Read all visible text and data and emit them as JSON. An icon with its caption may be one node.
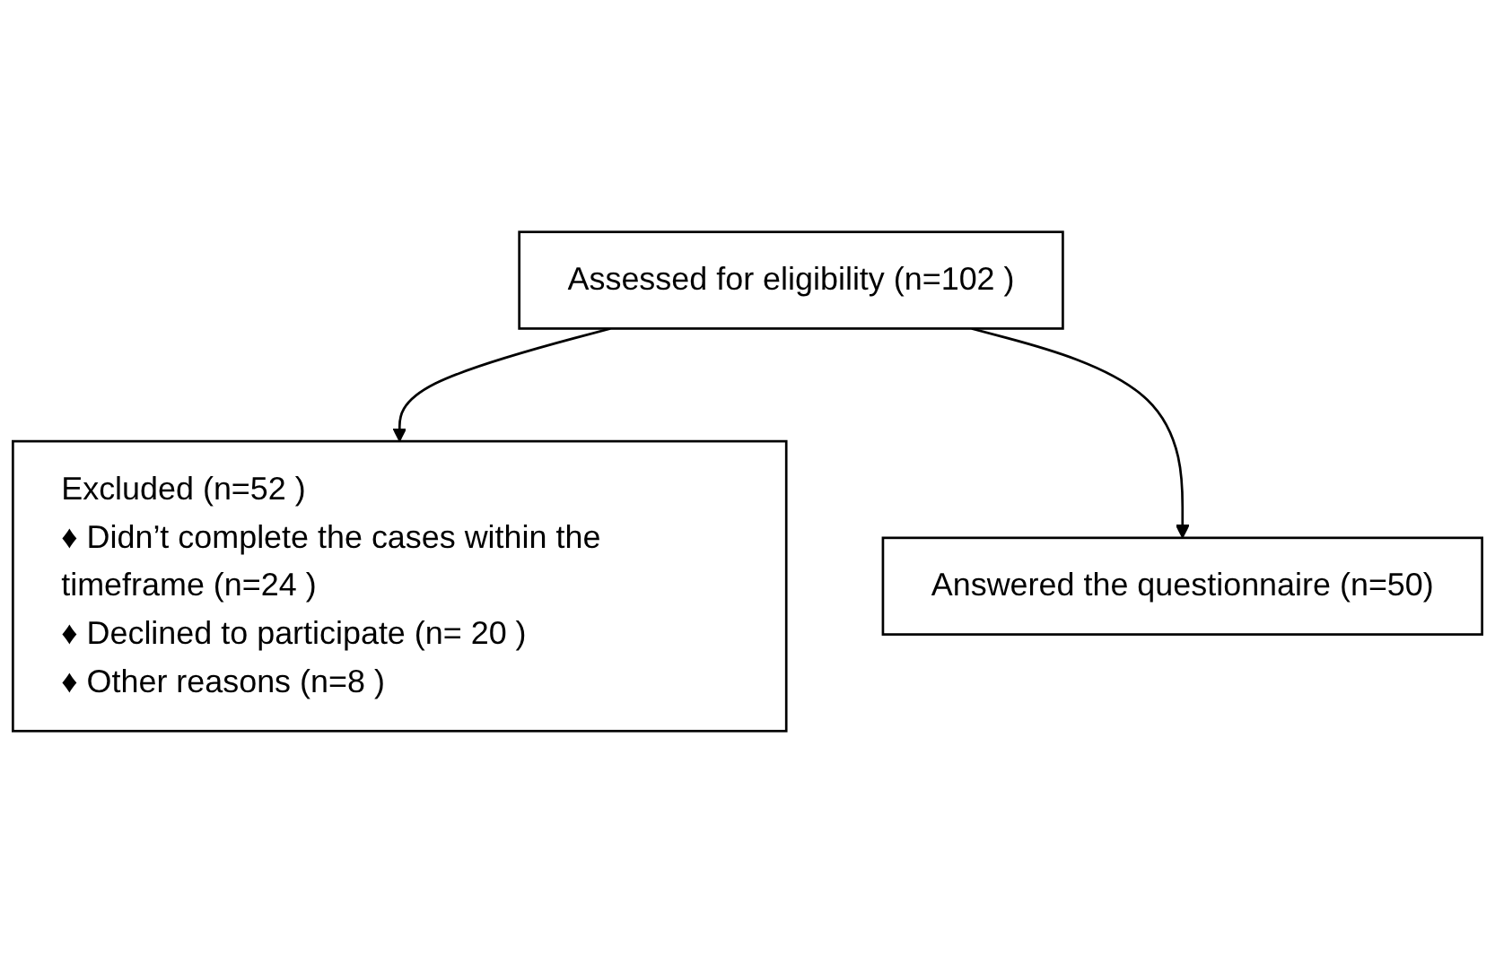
{
  "diagram": {
    "nodes": [
      {
        "text": [
          "Assessed for eligibility (n=102 )"
        ]
      },
      {
        "text": [
          "Excluded (n=52 )",
          "♦ Didn’t complete the cases within the timeframe (n=24 )",
          "♦ Declined to participate (n= 20 )",
          "♦ Other reasons (n=8 )"
        ]
      },
      {
        "text": [
          "Answered the questionnaire (n=50)"
        ]
      }
    ],
    "edges": [
      {
        "from": 0,
        "to": 1,
        "arrow": "to"
      },
      {
        "from": 0,
        "to": 2,
        "arrow": "to"
      }
    ]
  }
}
